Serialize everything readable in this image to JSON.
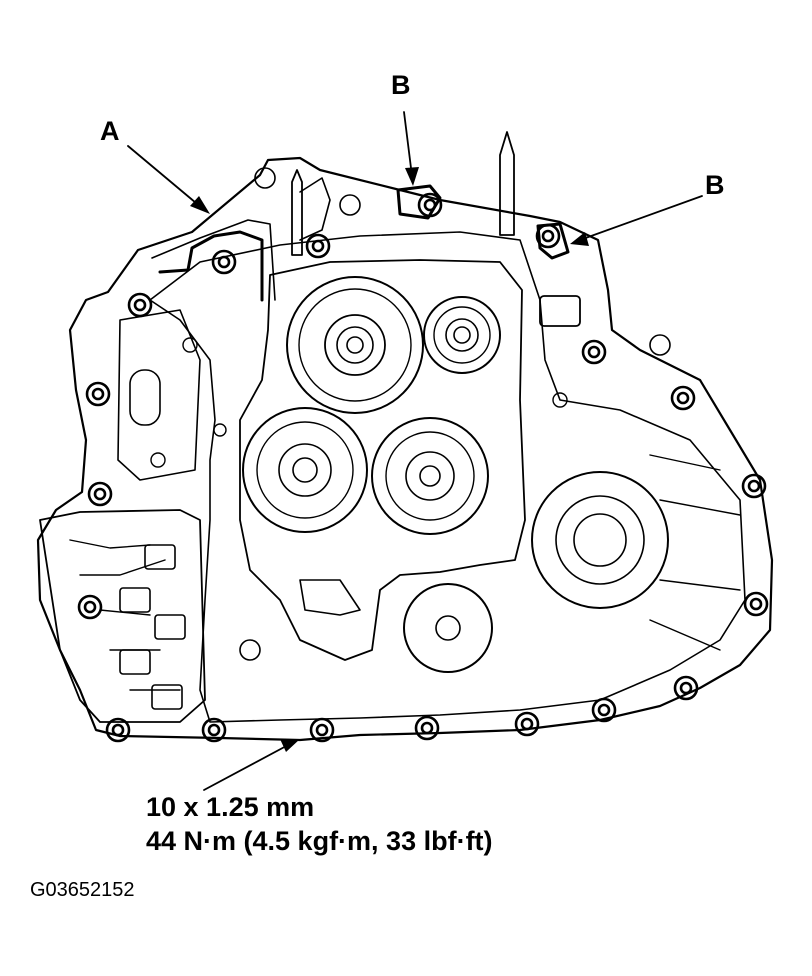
{
  "callouts": {
    "a": "A",
    "b1": "B",
    "b2": "B"
  },
  "spec": {
    "line1": "10 x 1.25 mm",
    "line2": "44 N·m (4.5 kgf·m, 33 lbf·ft)"
  },
  "figure_code": "G03652152",
  "components": {
    "bolts": "bolt-icon",
    "gears": "gear-icon",
    "bracket_a": "bracket-a",
    "brackets_b": "bracket-b"
  }
}
